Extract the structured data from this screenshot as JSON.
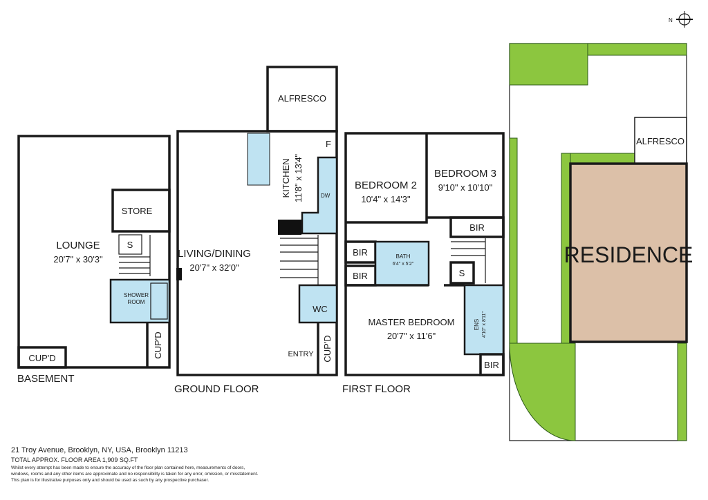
{
  "compass": {
    "label": "N"
  },
  "basement": {
    "title": "BASEMENT",
    "lounge": "LOUNGE",
    "lounge_dim": "20'7\" x 30'3\"",
    "store": "STORE",
    "s": "S",
    "shower": "SHOWER",
    "shower2": "ROOM",
    "cupd1": "CUP'D",
    "cupd2": "CUP'D"
  },
  "ground": {
    "title": "GROUND FLOOR",
    "alfresco": "ALFRESCO",
    "living": "LIVING/DINING",
    "living_dim": "20'7\" x 32'0\"",
    "kitchen": "KITCHEN",
    "kitchen_dim": "11'8\" x 13'4\"",
    "f": "F",
    "dw": "DW",
    "wc": "WC",
    "cupd": "CUP'D",
    "entry": "ENTRY"
  },
  "first": {
    "title": "FIRST FLOOR",
    "bed2": "BEDROOM 2",
    "bed2_dim": "10'4\" x 14'3\"",
    "bed3": "BEDROOM 3",
    "bed3_dim": "9'10\" x 10'10\"",
    "bir1": "BIR",
    "bir2": "BIR",
    "bir3": "BIR",
    "bir4": "BIR",
    "bath": "BATH",
    "bath_dim": "6'4\" x 5'2\"",
    "s": "S",
    "master": "MASTER BEDROOM",
    "master_dim": "20'7\" x 11'6\"",
    "ens": "ENS",
    "ens_dim": "4'10\" x 8'11\""
  },
  "site": {
    "alfresco": "ALFRESCO",
    "residence": "RESIDENCE",
    "colors": {
      "residence": "#dcc0a8",
      "garden": "#8cc63f",
      "wet": "#bfe3f2"
    }
  },
  "footer": {
    "address": "21 Troy Avenue, Brooklyn, NY, USA, Brooklyn 11213",
    "area": "TOTAL APPROX. FLOOR AREA 1,909 SQ.FT",
    "disclaimer1": "Whilst every attempt has been made to ensure the accuracy of the floor plan contained here, measurements of doors,",
    "disclaimer2": "windows, rooms and any other items are approximate and no responsibility is taken for any error, omission, or misstatement.",
    "disclaimer3": "This plan is for illustrative purposes only and should be used as such by any prospective purchaser."
  }
}
